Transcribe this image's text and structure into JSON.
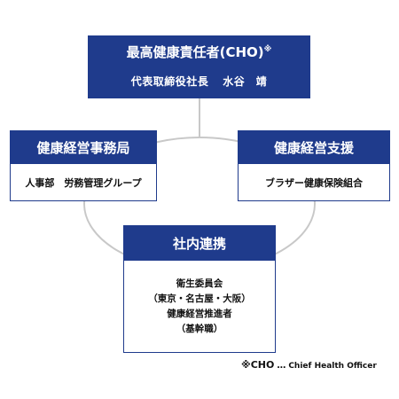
{
  "cho": {
    "title": "最高健康責任者(CHO)",
    "mark": "※",
    "role": "代表取締役社長",
    "name": "水谷　靖"
  },
  "office": {
    "title": "健康経営事務局",
    "line1": "人事部　労務管理グループ"
  },
  "support": {
    "title": "健康経営支援",
    "line1": "ブラザー健康保険組合"
  },
  "internal": {
    "title": "社内連携",
    "line1": "衛生委員会",
    "line2": "（東京・名古屋・大阪）",
    "line3": "健康経営推進者",
    "line4": "（基幹職）"
  },
  "footnote": {
    "key": "※CHO",
    "dots": "…",
    "text": "Chief Health Officer"
  },
  "colors": {
    "header": "#1f3b8c",
    "connector": "#c8c8c8"
  }
}
